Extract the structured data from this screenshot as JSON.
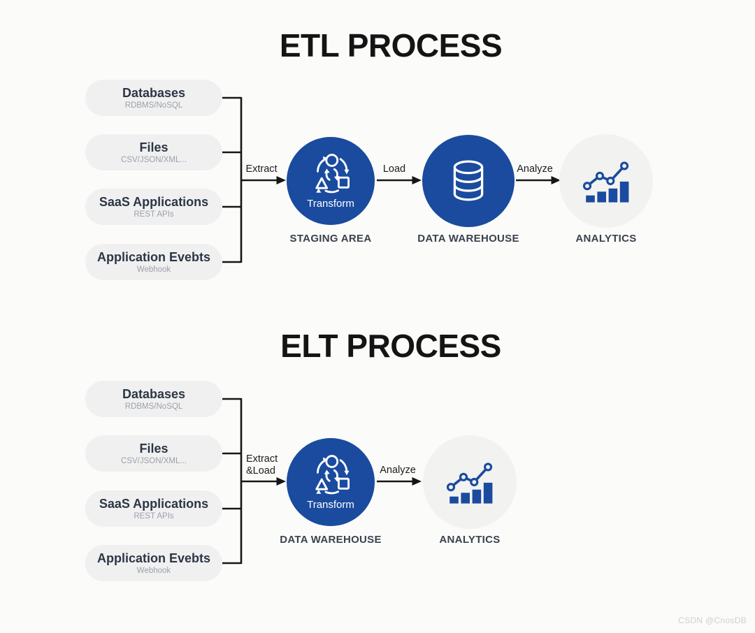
{
  "colors": {
    "accent_blue": "#1a4b9e",
    "pill_background": "#f0f0f1",
    "analytics_circle_background": "#f2f2f1",
    "line_color": "#161616",
    "page_background": "#fbfbf9"
  },
  "sections": [
    {
      "title": "ETL PROCESS",
      "sources": [
        {
          "title": "Databases",
          "subtitle": "RDBMS/NoSQL"
        },
        {
          "title": "Files",
          "subtitle": "CSV/JSON/XML..."
        },
        {
          "title": "SaaS Applications",
          "subtitle": "REST APIs"
        },
        {
          "title": "Application Evebts",
          "subtitle": "Webhook"
        }
      ],
      "arrows": [
        {
          "label": "Extract"
        },
        {
          "label": "Load"
        },
        {
          "label": "Analyze"
        }
      ],
      "nodes": [
        {
          "icon": "transform-icon",
          "inner_label": "Transform",
          "label": "STAGING AREA"
        },
        {
          "icon": "database-icon",
          "label": "DATA WAREHOUSE"
        },
        {
          "icon": "analytics-chart-icon",
          "label": "ANALYTICS"
        }
      ]
    },
    {
      "title": "ELT PROCESS",
      "sources": [
        {
          "title": "Databases",
          "subtitle": "RDBMS/NoSQL"
        },
        {
          "title": "Files",
          "subtitle": "CSV/JSON/XML..."
        },
        {
          "title": "SaaS Applications",
          "subtitle": "REST APIs"
        },
        {
          "title": "Application Evebts",
          "subtitle": "Webhook"
        }
      ],
      "arrows": [
        {
          "label": "Extract &Load",
          "line1": "Extract",
          "line2": "&Load"
        },
        {
          "label": "Analyze"
        }
      ],
      "nodes": [
        {
          "icon": "transform-icon",
          "inner_label": "Transform",
          "label": "DATA WAREHOUSE"
        },
        {
          "icon": "analytics-chart-icon",
          "label": "ANALYTICS"
        }
      ]
    }
  ],
  "watermark": {
    "text": "CSDN @CnosDB"
  }
}
